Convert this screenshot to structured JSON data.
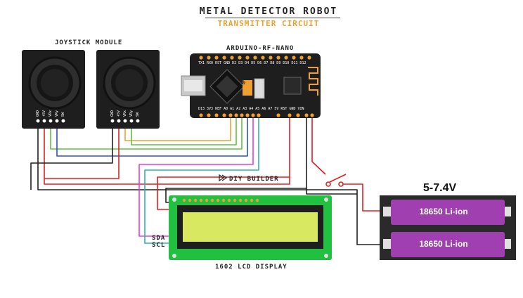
{
  "title": "METAL DETECTOR ROBOT",
  "subtitle": "TRANSMITTER CIRCUIT",
  "joystick_label": "JOYSTICK MODULE",
  "joystick_pins": [
    "GND",
    "+5V",
    "VRx",
    "VRy",
    "SW"
  ],
  "arduino_label": "ARDUINO-RF-NANO",
  "arduino_top_pins": "TX1 RX0 RST GND D2 D3 D4 D5 D6 D7 D8 D9 D10 D11 D12",
  "arduino_bottom_pins": "D13 3V3 REF A0 A1 A2 A3 A4 A5 A6 A7 5V RST GND VIN",
  "arduino_chip_label": "RF NANO",
  "brand_label": "DIY BUILDER",
  "lcd_label": "1602 LCD DISPLAY",
  "sda_label": "SDA",
  "scl_label": "SCL",
  "battery_label": "5-7.4V",
  "battery_cells": [
    "18650 Li-ion",
    "18650 Li-ion"
  ],
  "colors": {
    "wire_red": "#e02020",
    "wire_black": "#222222",
    "wire_green": "#60c040",
    "wire_orange": "#f0a030",
    "wire_blue": "#3050c0",
    "wire_magenta": "#e040e0",
    "wire_cyan": "#30b0b0",
    "board_black": "#1e1e1e",
    "lcd_green": "#22c040",
    "lcd_screen": "#d8e860",
    "battery_purple": "#a040b0",
    "battery_holder": "#2a2a2a",
    "accent_orange": "#f0a030"
  }
}
